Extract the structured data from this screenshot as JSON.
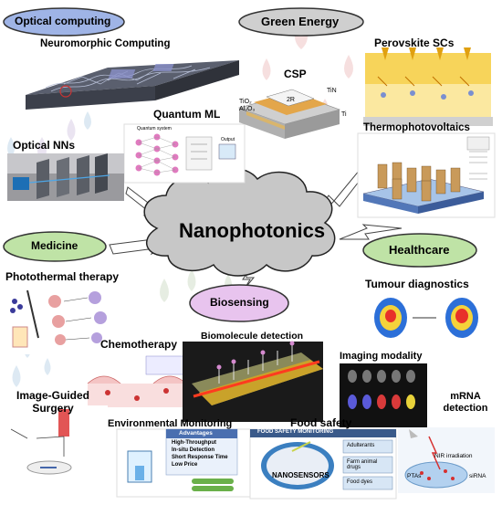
{
  "center": {
    "label": "Nanophotonics",
    "color": "#c7c7c7"
  },
  "categories": {
    "optical_computing": {
      "label": "Optical computing",
      "color": "#9fb4e6"
    },
    "green_energy": {
      "label": "Green Energy",
      "color": "#cfcfcf"
    },
    "medicine": {
      "label": "Medicine",
      "color": "#bfe3a6"
    },
    "healthcare": {
      "label": "Healthcare",
      "color": "#bfe3a6"
    },
    "biosensing": {
      "label": "Biosensing",
      "color": "#e8c4ee"
    }
  },
  "items": {
    "neuromorphic": "Neuromorphic Computing",
    "quantum_ml": "Quantum ML",
    "optical_nns": "Optical NNs",
    "perovskite": "Perovskite SCs",
    "csp": "CSP",
    "thermophotovoltaics": "Thermophotovoltaics",
    "photothermal": "Photothermal therapy",
    "chemotherapy": "Chemotherapy",
    "image_guided": "Image-Guided Surgery",
    "biomolecule": "Biomolecule detection",
    "tumour": "Tumour diagnostics",
    "imaging": "Imaging modality",
    "mrna": "mRNA detection",
    "env_monitoring": "Environmental Monitoring",
    "food_safety": "Food safety"
  },
  "panel_text": {
    "advantages": "Advantages",
    "adv_lines": [
      "High-Throughput",
      "In-situ Detection",
      "Short Response Time",
      "Low Price"
    ],
    "food_monitoring": "FOOD SAFETY MONITORING",
    "nanosensors": "NANOSENSORS",
    "adulterants": "Adulterants",
    "farm_drugs": "Farm animal drugs",
    "food_dyes": "Food dyes",
    "nir": "NIR irradiation",
    "ptas": "PTAs",
    "sirna": "siRNA",
    "tin": "TiN",
    "tio2": "TiO₂",
    "al2o3": "Al₂O₃",
    "ti": "Ti",
    "two_r": "2R",
    "output": "Output",
    "quantum_system": "Quantum system"
  }
}
